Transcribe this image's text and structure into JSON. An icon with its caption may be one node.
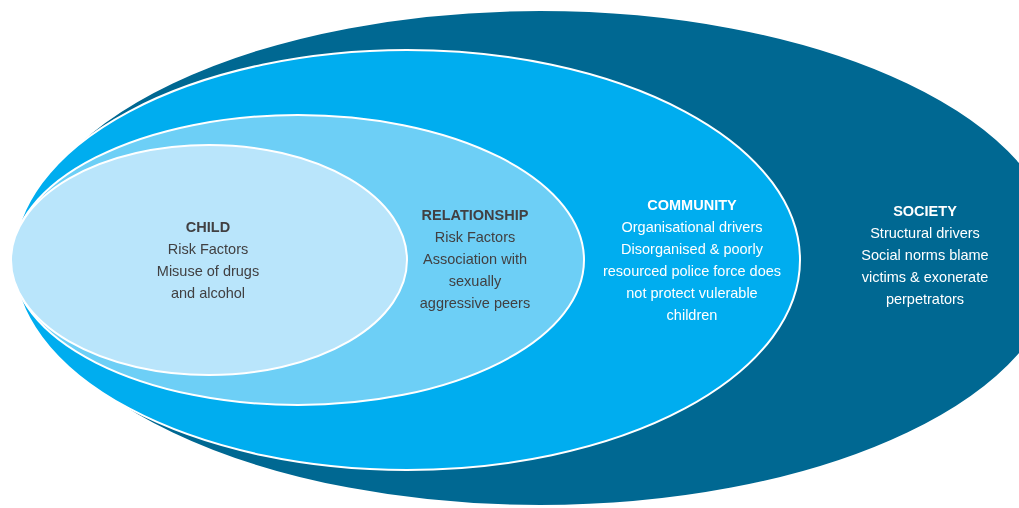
{
  "diagram": {
    "nodes": [
      {
        "text": [
          "SOCIETY",
          "Structural drivers",
          "Social norms blame victims & exonerate perpetrators"
        ]
      },
      {
        "text": [
          "COMMUNITY",
          "Organisational drivers",
          "Disorganised & poorly resourced police force does not protect vulerable children"
        ],
        "in": 0
      },
      {
        "text": [
          "RELATIONSHIP",
          "Risk Factors",
          "Association with sexually aggressive peers"
        ],
        "in": 1
      },
      {
        "text": [
          "CHILD",
          "Risk Factors",
          "Misuse of drugs and alcohol"
        ],
        "in": 2
      }
    ]
  }
}
